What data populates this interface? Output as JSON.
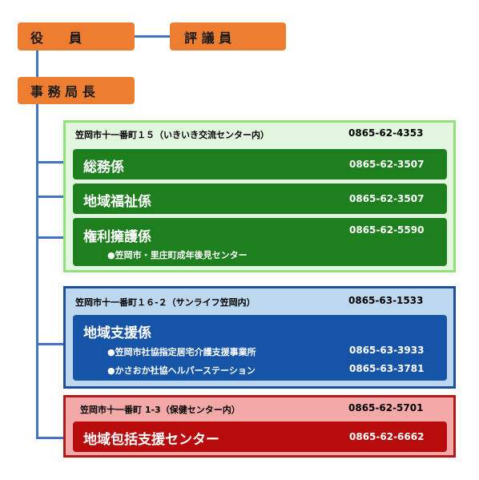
{
  "top": {
    "officers": "役　　員",
    "councilors": "評 議 員",
    "director": "事 務 局 長"
  },
  "green_group": {
    "address": "笠岡市十一番町１５（いきいき交流センター内）",
    "tel": "0865-62-4353",
    "sections": [
      {
        "name": "総務係",
        "tel": "0865-62-3507"
      },
      {
        "name": "地域福祉係",
        "tel": "0865-62-3507"
      },
      {
        "name": "権利擁護係",
        "tel": "0865-62-5590",
        "sub": "●笠岡市・里庄町成年後見センター"
      }
    ]
  },
  "blue_group": {
    "address": "笠岡市十一番町１６-２（サンライフ笠岡内）",
    "tel": "0865-63-1533",
    "section": {
      "name": "地域支援係",
      "items": [
        {
          "name": "●笠岡市社協指定居宅介護支援事業所",
          "tel": "0865-63-3933"
        },
        {
          "name": "●かさおか社協ヘルパーステーション",
          "tel": "0865-63-3781"
        }
      ]
    }
  },
  "red_group": {
    "address": "笠岡市十一番町 1-3（保健センター内）",
    "tel": "0865-62-5701",
    "section": {
      "name": "地域包括支援センター",
      "tel": "0865-62-6662"
    }
  },
  "colors": {
    "orange": "#ed7d31",
    "connector": "#4472c4",
    "green_outer_bg": "#e2f5de",
    "green_outer_border": "#92e07a",
    "green_panel": "#1e7f1e",
    "blue_outer_bg": "#bdd7ee",
    "blue_outer_border": "#1f4e9a",
    "blue_panel": "#1654a8",
    "red_outer_bg": "#f4a9a9",
    "red_outer_border": "#b21a1a",
    "red_panel": "#b80c0c"
  }
}
